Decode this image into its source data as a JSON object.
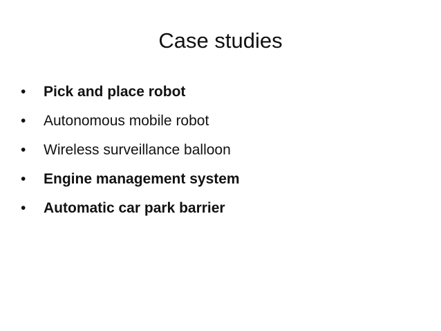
{
  "slide": {
    "title": "Case studies",
    "bullet_glyph": "•",
    "items": [
      {
        "text": "Pick and place robot",
        "bold": true
      },
      {
        "text": "Autonomous mobile robot",
        "bold": false
      },
      {
        "text": "Wireless surveillance balloon",
        "bold": false
      },
      {
        "text": "Engine management system",
        "bold": true
      },
      {
        "text": "Automatic car park barrier",
        "bold": true
      }
    ]
  }
}
